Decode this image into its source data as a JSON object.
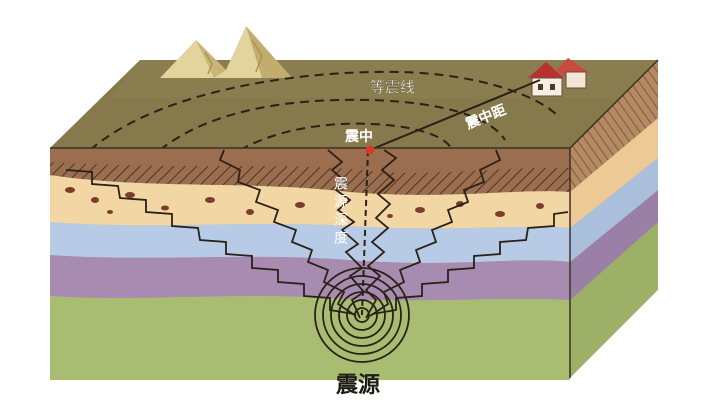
{
  "labels": {
    "isoseismal": "等震线",
    "epicenter": "震中",
    "epicentral_distance": "震中距",
    "focal_depth": "震源深度",
    "hypocenter": "震源"
  },
  "colors": {
    "surface_top": "#7f7347",
    "soil_layer": "#9a6e4f",
    "sand_layer": "#f2d6a4",
    "blue_layer": "#b8cbe6",
    "purple_layer": "#a88bb0",
    "green_layer": "#a9bd72",
    "label_text": "#ffffff",
    "epicenter_dot": "#d63a2a",
    "house_roof": "#b8322f",
    "mountain": "#d9c690"
  }
}
